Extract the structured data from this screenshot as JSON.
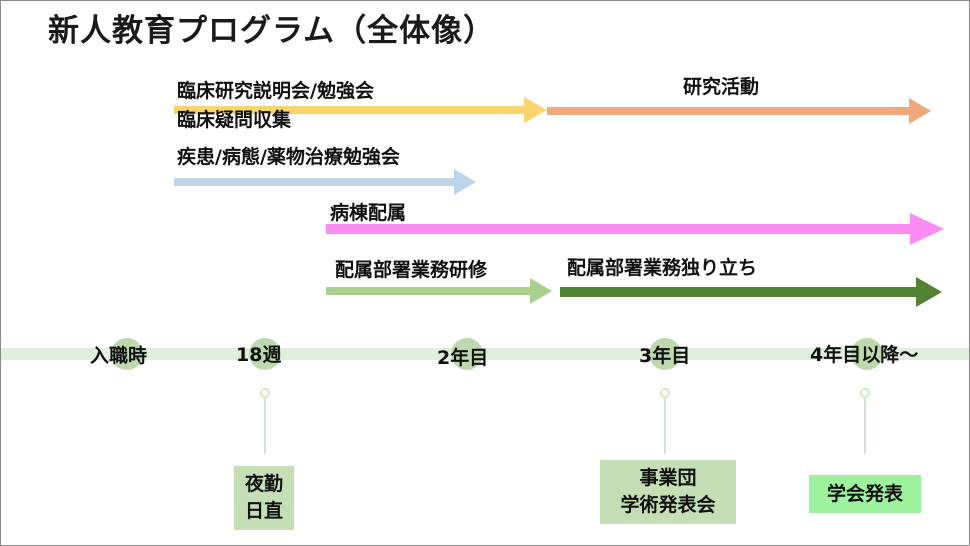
{
  "title": "新人教育プログラム（全体像）",
  "programs": {
    "lecture_line1": "臨床研究説明会/勉強会",
    "lecture_line2": "臨床疑問収集",
    "research": "研究活動",
    "disease": "疾患/病態/薬物治療勉強会",
    "ward": "病棟配属",
    "dept_training": "配属部署業務研修",
    "dept_independent": "配属部署業務独り立ち"
  },
  "milestones": [
    "入職時",
    "18週",
    "2年目",
    "3年目",
    "4年目以降～"
  ],
  "events": {
    "night_line1": "夜勤",
    "night_line2": "日直",
    "office_line1": "事業団",
    "office_line2": "学術発表会",
    "conference": "学会発表"
  },
  "colors": {
    "yellow": "#fad56b",
    "orange": "#efa77b",
    "light_blue": "#bcd5ea",
    "pink": "#fb8cf3",
    "light_green": "#a9d18e",
    "dark_green": "#548235",
    "timeline": "#dfeedd",
    "milestone": "#bdd9ad",
    "event_box": "#c5dfb5",
    "conference_box": "#9ef29e"
  }
}
